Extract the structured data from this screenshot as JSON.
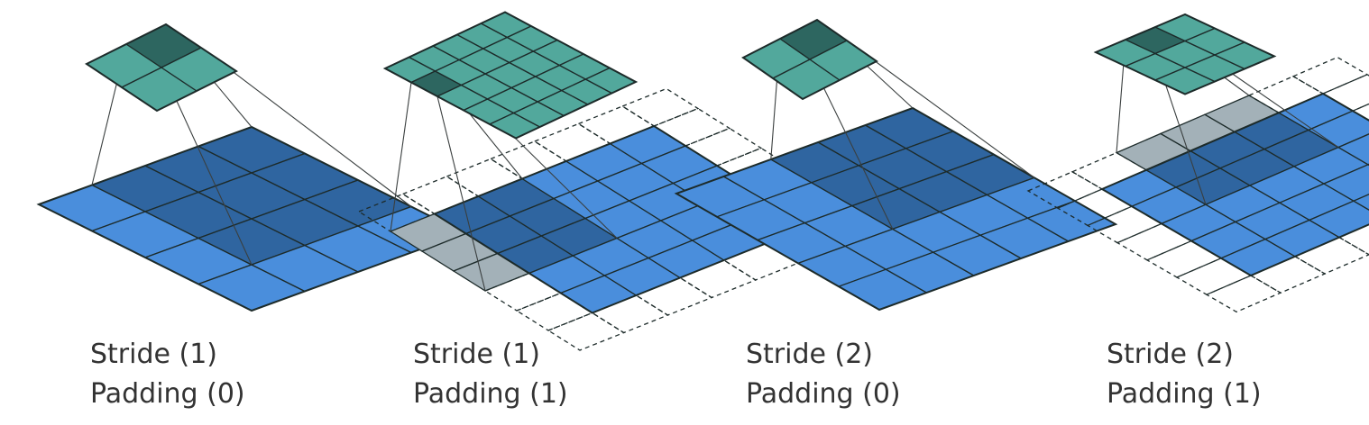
{
  "colors": {
    "input": "#4a8edc",
    "input_covered": "#2f65a0",
    "padding_covered": "#a3b1b8",
    "output": "#52a89c",
    "output_active": "#2d6660",
    "grid_line": "#1d2b2a"
  },
  "diagrams": [
    {
      "stride_label": "Stride (1)",
      "padding_label": "Padding (0)",
      "stride": 1,
      "padding": 0,
      "input_size": 4,
      "output_size": 2,
      "kernel_size": 3,
      "active_output_cell": [
        1,
        0
      ]
    },
    {
      "stride_label": "Stride (1)",
      "padding_label": "Padding (1)",
      "stride": 1,
      "padding": 1,
      "input_size": 5,
      "output_size": 5,
      "kernel_size": 3,
      "active_output_cell": [
        0,
        1
      ]
    },
    {
      "stride_label": "Stride (2)",
      "padding_label": "Padding (0)",
      "stride": 2,
      "padding": 0,
      "input_size": 5,
      "output_size": 2,
      "kernel_size": 3,
      "active_output_cell": [
        1,
        0
      ]
    },
    {
      "stride_label": "Stride (2)",
      "padding_label": "Padding (1)",
      "stride": 2,
      "padding": 1,
      "input_size": 5,
      "output_size": 3,
      "kernel_size": 3,
      "active_output_cell": [
        1,
        0
      ]
    }
  ]
}
